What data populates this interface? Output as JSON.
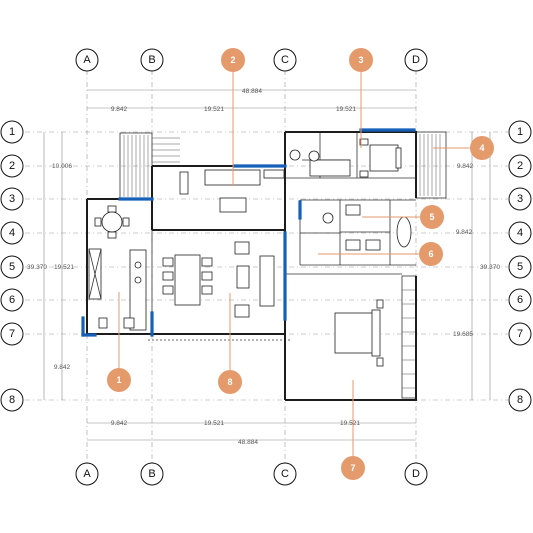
{
  "grid": {
    "columns": [
      "A",
      "B",
      "C",
      "D"
    ],
    "rows": [
      "1",
      "2",
      "3",
      "4",
      "5",
      "6",
      "7",
      "8"
    ]
  },
  "dimensions": {
    "top_total": "48.884",
    "top_segments": [
      "9.842",
      "19.521",
      "19.521"
    ],
    "bottom_total": "48.884",
    "bottom_segments": [
      "9.842",
      "19.521",
      "19.521"
    ],
    "left_segments": [
      "10.006",
      "19.521",
      "9.842"
    ],
    "left_total": "39.370",
    "right_segments": [
      "9.842",
      "9.842",
      "19.685"
    ],
    "right_total": "39.370"
  },
  "markers": [
    "1",
    "2",
    "3",
    "4",
    "5",
    "6",
    "7",
    "8"
  ],
  "colors": {
    "accent_marker": "#e59a6c",
    "highlight_wall": "#1660b8",
    "line": "#1c1c1c"
  }
}
